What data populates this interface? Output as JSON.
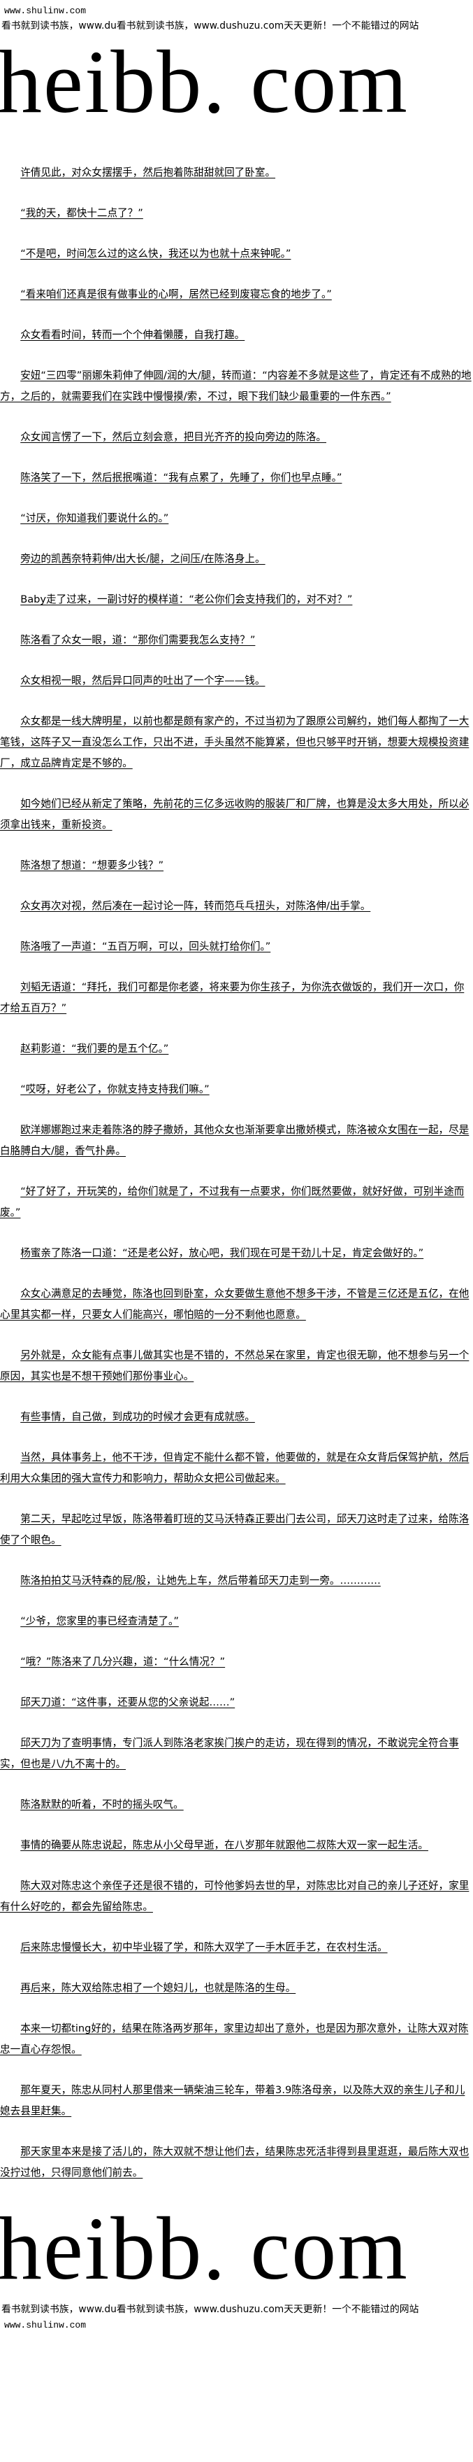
{
  "header": {
    "site": "www.shulinw.com",
    "banner": "看书就到读书族，www.du看书就到读书族，www.dushuzu.com天天更新！一个不能错过的网站",
    "logo": "heibb. com"
  },
  "paragraphs": [
    "许倩见此，对众女摆摆手，然后抱着陈甜甜就回了卧室。",
    "“我的天，都快十二点了？”",
    "“不是吧，时间怎么过的这么快，我还以为也就十点来钟呢。”",
    "“看来咱们还真是很有做事业的心啊，居然已经到废寝忘食的地步了。”",
    "众女看看时间，转而一个个伸着懒腰，自我打趣。",
    "安妞“三四零”丽娜朱莉伸了伸圆/润的大/腿，转而道：“内容差不多就是这些了，肯定还有不成熟的地方，之后的，就需要我们在实践中慢慢摸/索，不过，眼下我们缺少最重要的一件东西。”",
    "众女闻言愣了一下，然后立刻会意，把目光齐齐的投向旁边的陈洛。",
    "陈洛笑了一下，然后抿抿嘴道：“我有点累了，先睡了，你们也早点睡。”",
    "“讨厌，你知道我们要说什么的。”",
    "旁边的凯茜奈特莉伸/出大长/腿，之间压/在陈洛身上。",
    "Baby走了过来，一副讨好的模样道：“老公你们会支持我们的，对不对？”",
    "陈洛看了众女一眼，道：“那你们需要我怎么支持？”",
    "众女相视一眼，然后异口同声的吐出了一个字——钱。",
    "众女都是一线大牌明星，以前也都是颇有家产的，不过当初为了跟原公司解约，她们每人都掏了一大笔钱，这阵子又一直没怎么工作，只出不进，手头虽然不能算紧，但也只够平时开销，想要大规模投资建厂，成立品牌肯定是不够的。",
    "如今她们已经从新定了策略，先前花的三亿多远收购的服装厂和厂牌，也算是没太多大用处，所以必须拿出钱来，重新投资。",
    "陈洛想了想道：“想要多少钱？”",
    "众女再次对视，然后凑在一起讨论一阵，转而笵乓乓扭头，对陈洛伸/出手掌。",
    "陈洛哦了一声道：“五百万啊，可以，回头就打给你们。”",
    "刘韬无语道：“拜托，我们可都是你老婆，将来要为你生孩子，为你洗衣做饭的，我们开一次口，你才给五百万？”",
    "赵莉影道：“我们要的是五个亿。”",
    "“哎呀，好老公了，你就支持支持我们嘛。”",
    "欧洋娜娜跑过来走着陈洛的脖子撒娇，其他众女也渐渐要拿出撒娇模式，陈洛被众女围在一起，尽是白胳膊白大/腿，香气扑鼻。",
    "“好了好了，开玩笑的，给你们就是了，不过我有一点要求，你们既然要做，就好好做，可别半途而废。”",
    "杨蜜亲了陈洛一口道：“还是老公好，放心吧，我们现在可是干劲儿十足，肯定会做好的。”",
    "众女心满意足的去睡觉，陈洛也回到卧室，众女要做生意他不想多干涉，不管是三亿还是五亿，在他心里其实都一样，只要女人们能高兴，哪怕赔的一分不剩他也愿意。",
    "另外就是，众女能有点事儿做其实也是不错的，不然总呆在家里，肯定也很无聊，他不想参与另一个原因，其实也是不想干预她们那份事业心。",
    "有些事情，自己做，到成功的时候才会更有成就感。",
    "当然，具体事务上，他不干涉，但肯定不能什么都不管，他要做的，就是在众女背后保驾护航，然后利用大众集团的强大宣传力和影响力，帮助众女把公司做起来。",
    "第二天，早起吃过早饭，陈洛带着盯班的艾马沃特森正要出门去公司，邱天刀这时走了过来，给陈洛使了个眼色。",
    "陈洛拍拍艾马沃特森的屁/股，让她先上车，然后带着邱天刀走到一旁。…………",
    "“少爷，您家里的事已经查清楚了。”",
    "“哦？”陈洛来了几分兴趣，道：“什么情况？”",
    "邱天刀道：“这件事，还要从您的父亲说起……”",
    "邱天刀为了查明事情，专门派人到陈洛老家挨门挨户的走访，现在得到的情况，不敢说完全符合事实，但也是八/九不离十的。",
    "陈洛默默的听着，不时的摇头叹气。",
    "事情的确要从陈忠说起，陈忠从小父母早逝，在八岁那年就跟他二叔陈大双一家一起生活。",
    "陈大双对陈忠这个亲侄子还是很不错的，可怜他爹妈去世的早，对陈忠比对自己的亲儿子还好，家里有什么好吃的，都会先留给陈忠。",
    "后来陈忠慢慢长大，初中毕业辍了学，和陈大双学了一手木匠手艺，在农村生活。",
    "再后来，陈大双给陈忠相了一个媳妇儿，也就是陈洛的生母。",
    "本来一切都ting好的，结果在陈洛两岁那年，家里边却出了意外，也是因为那次意外，让陈大双对陈忠一直心存怨恨。",
    "那年夏天，陈忠从同村人那里借来一辆柴油三轮车，带着3.9陈洛母亲，以及陈大双的亲生儿子和儿媳去县里赶集。",
    "那天家里本来是接了活儿的，陈大双就不想让他们去，结果陈忠死活非得到县里逛逛，最后陈大双也没拧过他，只得同意他们前去。"
  ],
  "footer": {
    "logo": "heibb. com",
    "banner": "看书就到读书族，www.du看书就到读书族，www.dushuzu.com天天更新！一个不能错过的网站",
    "site": "www.shulinw.com"
  }
}
